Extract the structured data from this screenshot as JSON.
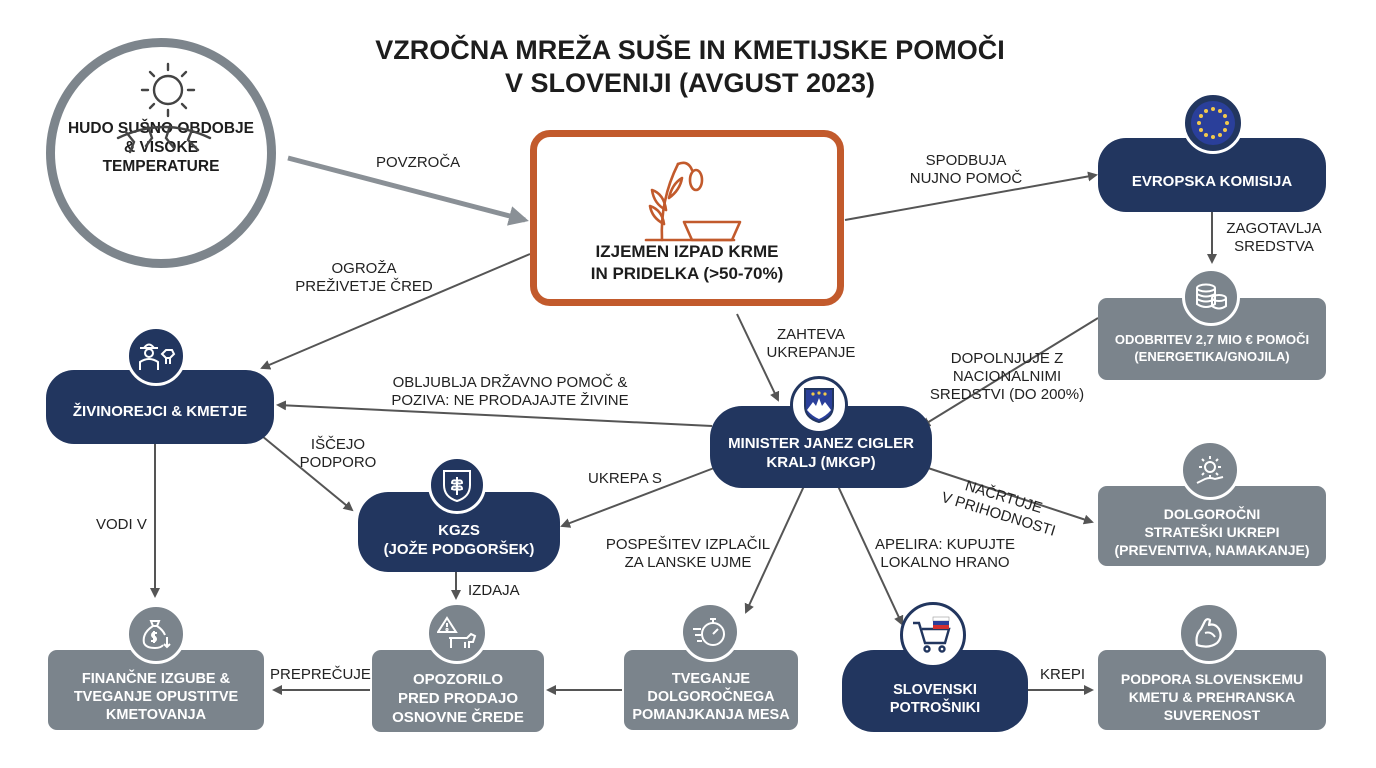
{
  "title": {
    "line1": "VZROČNA MREŽA SUŠE IN KMETIJSKE POMOČI",
    "line2": "V SLOVENIJI (AVGUST 2023)"
  },
  "nodes": {
    "drought": {
      "lines": [
        "HUDO SUŠNO OBDOBJE",
        "& VISOKE",
        "TEMPERATURE"
      ],
      "icon": "sun-cracked-earth-icon"
    },
    "crop_loss": {
      "lines": [
        "IZJEMEN IZPAD KRME",
        "IN PRIDELKA (>50-70%)"
      ],
      "icon": "wheat-trough-icon",
      "accent": "#c25a2c"
    },
    "ec": {
      "lines": [
        "EVROPSKA KOMISIJA"
      ],
      "icon": "eu-flag-icon"
    },
    "approval": {
      "lines": [
        "ODOBRITEV 2,7 MIO € POMOČI",
        "(ENERGETIKA/GNOJILA)"
      ],
      "icon": "coins-icon"
    },
    "farmers": {
      "lines": [
        "ŽIVINOREJCI & KMETJE"
      ],
      "icon": "farmer-cow-icon"
    },
    "minister": {
      "lines": [
        "MINISTER JANEZ CIGLER",
        "KRALJ (MKGP)"
      ],
      "icon": "slovenia-coat-of-arms-icon"
    },
    "strategic": {
      "lines": [
        "DOLGOROČNI",
        "STRATEŠKI UKREPI",
        "(PREVENTIVA, NAMAKANJE)"
      ],
      "icon": "gear-hand-icon"
    },
    "kgzs": {
      "lines": [
        "KGZS",
        "(JOŽE PODGORŠEK)"
      ],
      "icon": "wheat-shield-icon"
    },
    "losses": {
      "lines": [
        "FINANČNE IZGUBE &",
        "TVEGANJE OPUSTITVE",
        "KMETOVANJA"
      ],
      "icon": "money-bag-icon"
    },
    "warning": {
      "lines": [
        "OPOZORILO",
        "PRED PRODAJO",
        "OSNOVNE ČREDE"
      ],
      "icon": "warning-cow-icon"
    },
    "meat": {
      "lines": [
        "TVEGANJE",
        "DOLGOROČNEGA",
        "POMANJKANJA MESA"
      ],
      "icon": "stopwatch-icon"
    },
    "consumers": {
      "lines": [
        "SLOVENSKI",
        "POTROŠNIKI"
      ],
      "icon": "shopping-cart-flag-icon"
    },
    "sovereignty": {
      "lines": [
        "PODPORA SLOVENSKEMU",
        "KMETU & PREHRANSKA",
        "SUVERENOST"
      ],
      "icon": "flexed-arm-icon"
    }
  },
  "edges": {
    "povzroca": {
      "lines": [
        "POVZROČA"
      ]
    },
    "spodbuja": {
      "lines": [
        "SPODBUJA",
        "NUJNO POMOČ"
      ]
    },
    "zagotavlja": {
      "lines": [
        "ZAGOTAVLJA",
        "SREDSTVA"
      ]
    },
    "ogroza": {
      "lines": [
        "OGROŽA",
        "PREŽIVETJE ČRED"
      ]
    },
    "zahteva": {
      "lines": [
        "ZAHTEVA",
        "UKREPANJE"
      ]
    },
    "dopolnjuje": {
      "lines": [
        "DOPOLNJUJE Z",
        "NACIONALNIMI",
        "SREDSTVI (DO 200%)"
      ]
    },
    "obljublja": {
      "lines": [
        "OBLJUBLJA DRŽAVNO POMOČ &",
        "POZIVA: NE PRODAJAJTE ŽIVINE"
      ]
    },
    "iscejo": {
      "lines": [
        "IŠČEJO",
        "PODPORO"
      ]
    },
    "ukrepa": {
      "lines": [
        "UKREPA S"
      ]
    },
    "nacrtuje": {
      "lines": [
        "NAČRTUJE",
        "V PRIHODNOSTI"
      ]
    },
    "vodi": {
      "lines": [
        "VODI V"
      ]
    },
    "izdaja": {
      "lines": [
        "IZDAJA"
      ]
    },
    "pospesitev": {
      "lines": [
        "POSPEŠITEV IZPLAČIL",
        "ZA LANSKE UJME"
      ]
    },
    "apelira": {
      "lines": [
        "APELIRA: KUPUJTE",
        "LOKALNO HRANO"
      ]
    },
    "preprecuje": {
      "lines": [
        "PREPREČUJE"
      ]
    },
    "krepi": {
      "lines": [
        "KREPI"
      ]
    }
  },
  "colors": {
    "navy": "#22365f",
    "gray": "#7b848c",
    "orange": "#c25a2c",
    "arrow": "#555555"
  }
}
